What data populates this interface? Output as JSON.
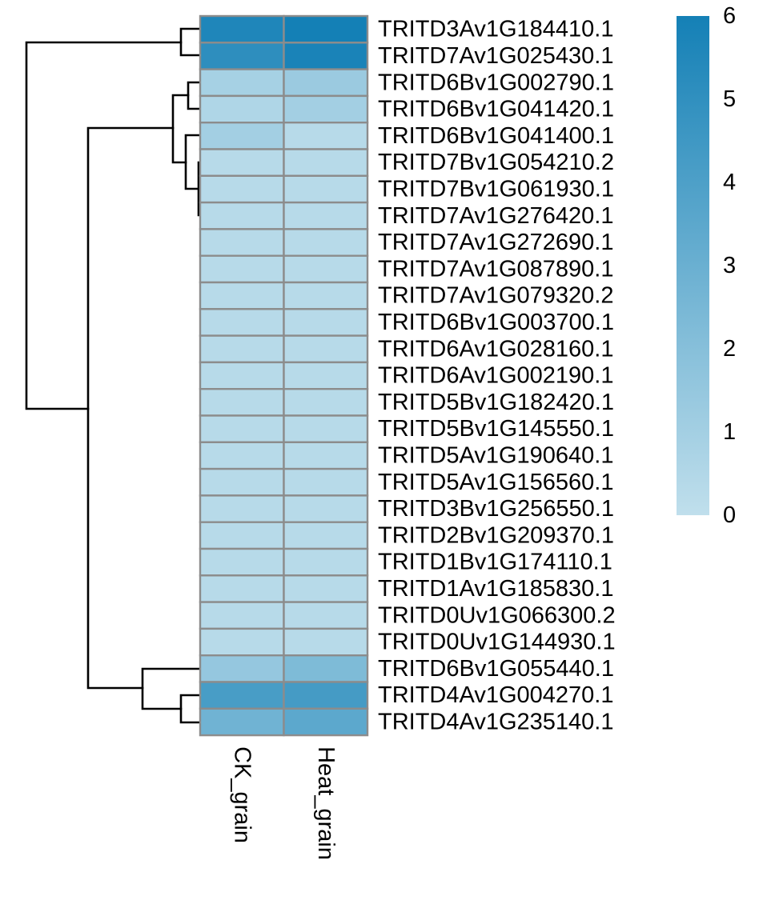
{
  "chart_data": {
    "type": "heatmap",
    "columns": [
      "CK_grain",
      "Heat_grain"
    ],
    "rows": [
      {
        "label": "TRITD3Av1G184410.1",
        "values": [
          5.6,
          6.0
        ]
      },
      {
        "label": "TRITD7Av1G025430.1",
        "values": [
          5.1,
          5.8
        ]
      },
      {
        "label": "TRITD6Bv1G002790.1",
        "values": [
          0.9,
          1.3
        ]
      },
      {
        "label": "TRITD6Bv1G041420.1",
        "values": [
          0.6,
          1.0
        ]
      },
      {
        "label": "TRITD6Bv1G041400.1",
        "values": [
          1.0,
          0.3
        ]
      },
      {
        "label": "TRITD7Bv1G054210.2",
        "values": [
          0.3,
          0.3
        ]
      },
      {
        "label": "TRITD7Bv1G061930.1",
        "values": [
          0.3,
          0.3
        ]
      },
      {
        "label": "TRITD7Av1G276420.1",
        "values": [
          0.3,
          0.3
        ]
      },
      {
        "label": "TRITD7Av1G272690.1",
        "values": [
          0.3,
          0.3
        ]
      },
      {
        "label": "TRITD7Av1G087890.1",
        "values": [
          0.3,
          0.3
        ]
      },
      {
        "label": "TRITD7Av1G079320.2",
        "values": [
          0.3,
          0.3
        ]
      },
      {
        "label": "TRITD6Bv1G003700.1",
        "values": [
          0.3,
          0.3
        ]
      },
      {
        "label": "TRITD6Av1G028160.1",
        "values": [
          0.3,
          0.3
        ]
      },
      {
        "label": "TRITD6Av1G002190.1",
        "values": [
          0.3,
          0.3
        ]
      },
      {
        "label": "TRITD5Bv1G182420.1",
        "values": [
          0.3,
          0.3
        ]
      },
      {
        "label": "TRITD5Bv1G145550.1",
        "values": [
          0.3,
          0.3
        ]
      },
      {
        "label": "TRITD5Av1G190640.1",
        "values": [
          0.3,
          0.3
        ]
      },
      {
        "label": "TRITD5Av1G156560.1",
        "values": [
          0.3,
          0.3
        ]
      },
      {
        "label": "TRITD3Bv1G256550.1",
        "values": [
          0.3,
          0.3
        ]
      },
      {
        "label": "TRITD2Bv1G209370.1",
        "values": [
          0.3,
          0.3
        ]
      },
      {
        "label": "TRITD1Bv1G174110.1",
        "values": [
          0.3,
          0.3
        ]
      },
      {
        "label": "TRITD1Av1G185830.1",
        "values": [
          0.3,
          0.3
        ]
      },
      {
        "label": "TRITD0Uv1G066300.2",
        "values": [
          0.3,
          0.3
        ]
      },
      {
        "label": "TRITD0Uv1G144930.1",
        "values": [
          0.3,
          0.3
        ]
      },
      {
        "label": "TRITD6Bv1G055440.1",
        "values": [
          1.5,
          2.3
        ]
      },
      {
        "label": "TRITD4Av1G004270.1",
        "values": [
          4.2,
          4.3
        ]
      },
      {
        "label": "TRITD4Av1G235140.1",
        "values": [
          2.8,
          3.5
        ]
      }
    ],
    "legend": {
      "position": "top-right",
      "min": 0,
      "max": 6,
      "ticks": [
        "0",
        "1",
        "2",
        "3",
        "4",
        "5",
        "6"
      ],
      "color_low": "#c0dfec",
      "color_high": "#1480b6"
    },
    "row_dendrogram": "left",
    "cell_border_color": "#8c8c8c"
  }
}
